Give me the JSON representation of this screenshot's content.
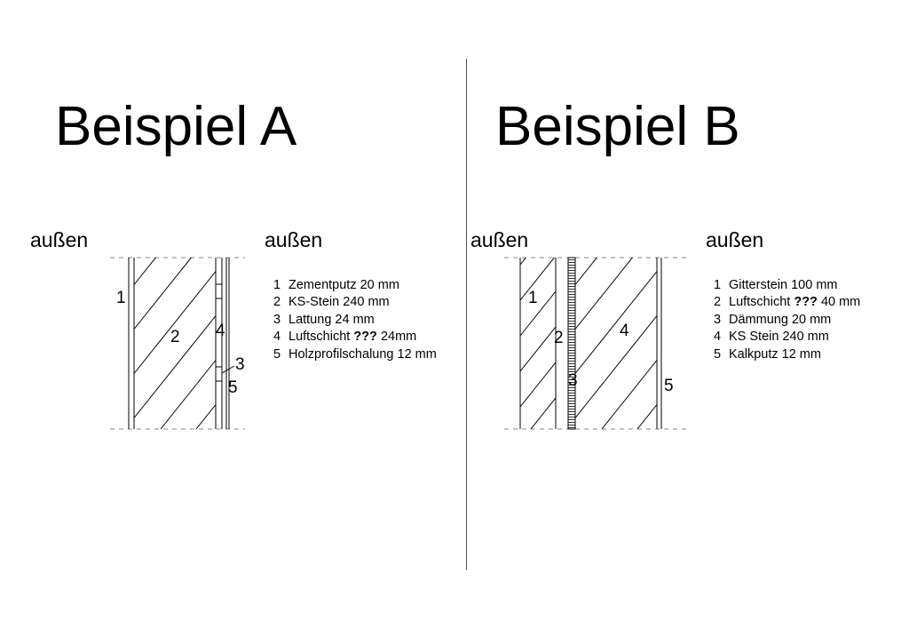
{
  "panels": {
    "a": {
      "title": "Beispiel A",
      "outside_label_left": "außen",
      "outside_label_right": "außen",
      "layer_numbers": [
        "1",
        "2",
        "4",
        "3",
        "5"
      ],
      "legend": [
        {
          "num": "1",
          "pre": "Zementputz 20 mm",
          "bold": "",
          "post": ""
        },
        {
          "num": "2",
          "pre": "KS-Stein 240 mm",
          "bold": "",
          "post": ""
        },
        {
          "num": "3",
          "pre": "Lattung 24 mm",
          "bold": "",
          "post": ""
        },
        {
          "num": "4",
          "pre": "Luftschicht ",
          "bold": "???",
          "post": " 24mm"
        },
        {
          "num": "5",
          "pre": "Holzprofilschalung 12 mm",
          "bold": "",
          "post": ""
        }
      ]
    },
    "b": {
      "title": "Beispiel B",
      "outside_label_left": "außen",
      "outside_label_right": "außen",
      "layer_numbers": [
        "1",
        "2",
        "3",
        "4",
        "5"
      ],
      "legend": [
        {
          "num": "1",
          "pre": "Gitterstein 100 mm",
          "bold": "",
          "post": ""
        },
        {
          "num": "2",
          "pre": "Luftschicht ",
          "bold": "???",
          "post": " 40 mm"
        },
        {
          "num": "3",
          "pre": "Dämmung 20 mm",
          "bold": "",
          "post": ""
        },
        {
          "num": "4",
          "pre": "KS Stein 240 mm",
          "bold": "",
          "post": ""
        },
        {
          "num": "5",
          "pre": "Kalkputz 12 mm",
          "bold": "",
          "post": ""
        }
      ]
    }
  },
  "colors": {
    "line": "#000000",
    "divider": "#555555",
    "dash": "#888888"
  }
}
